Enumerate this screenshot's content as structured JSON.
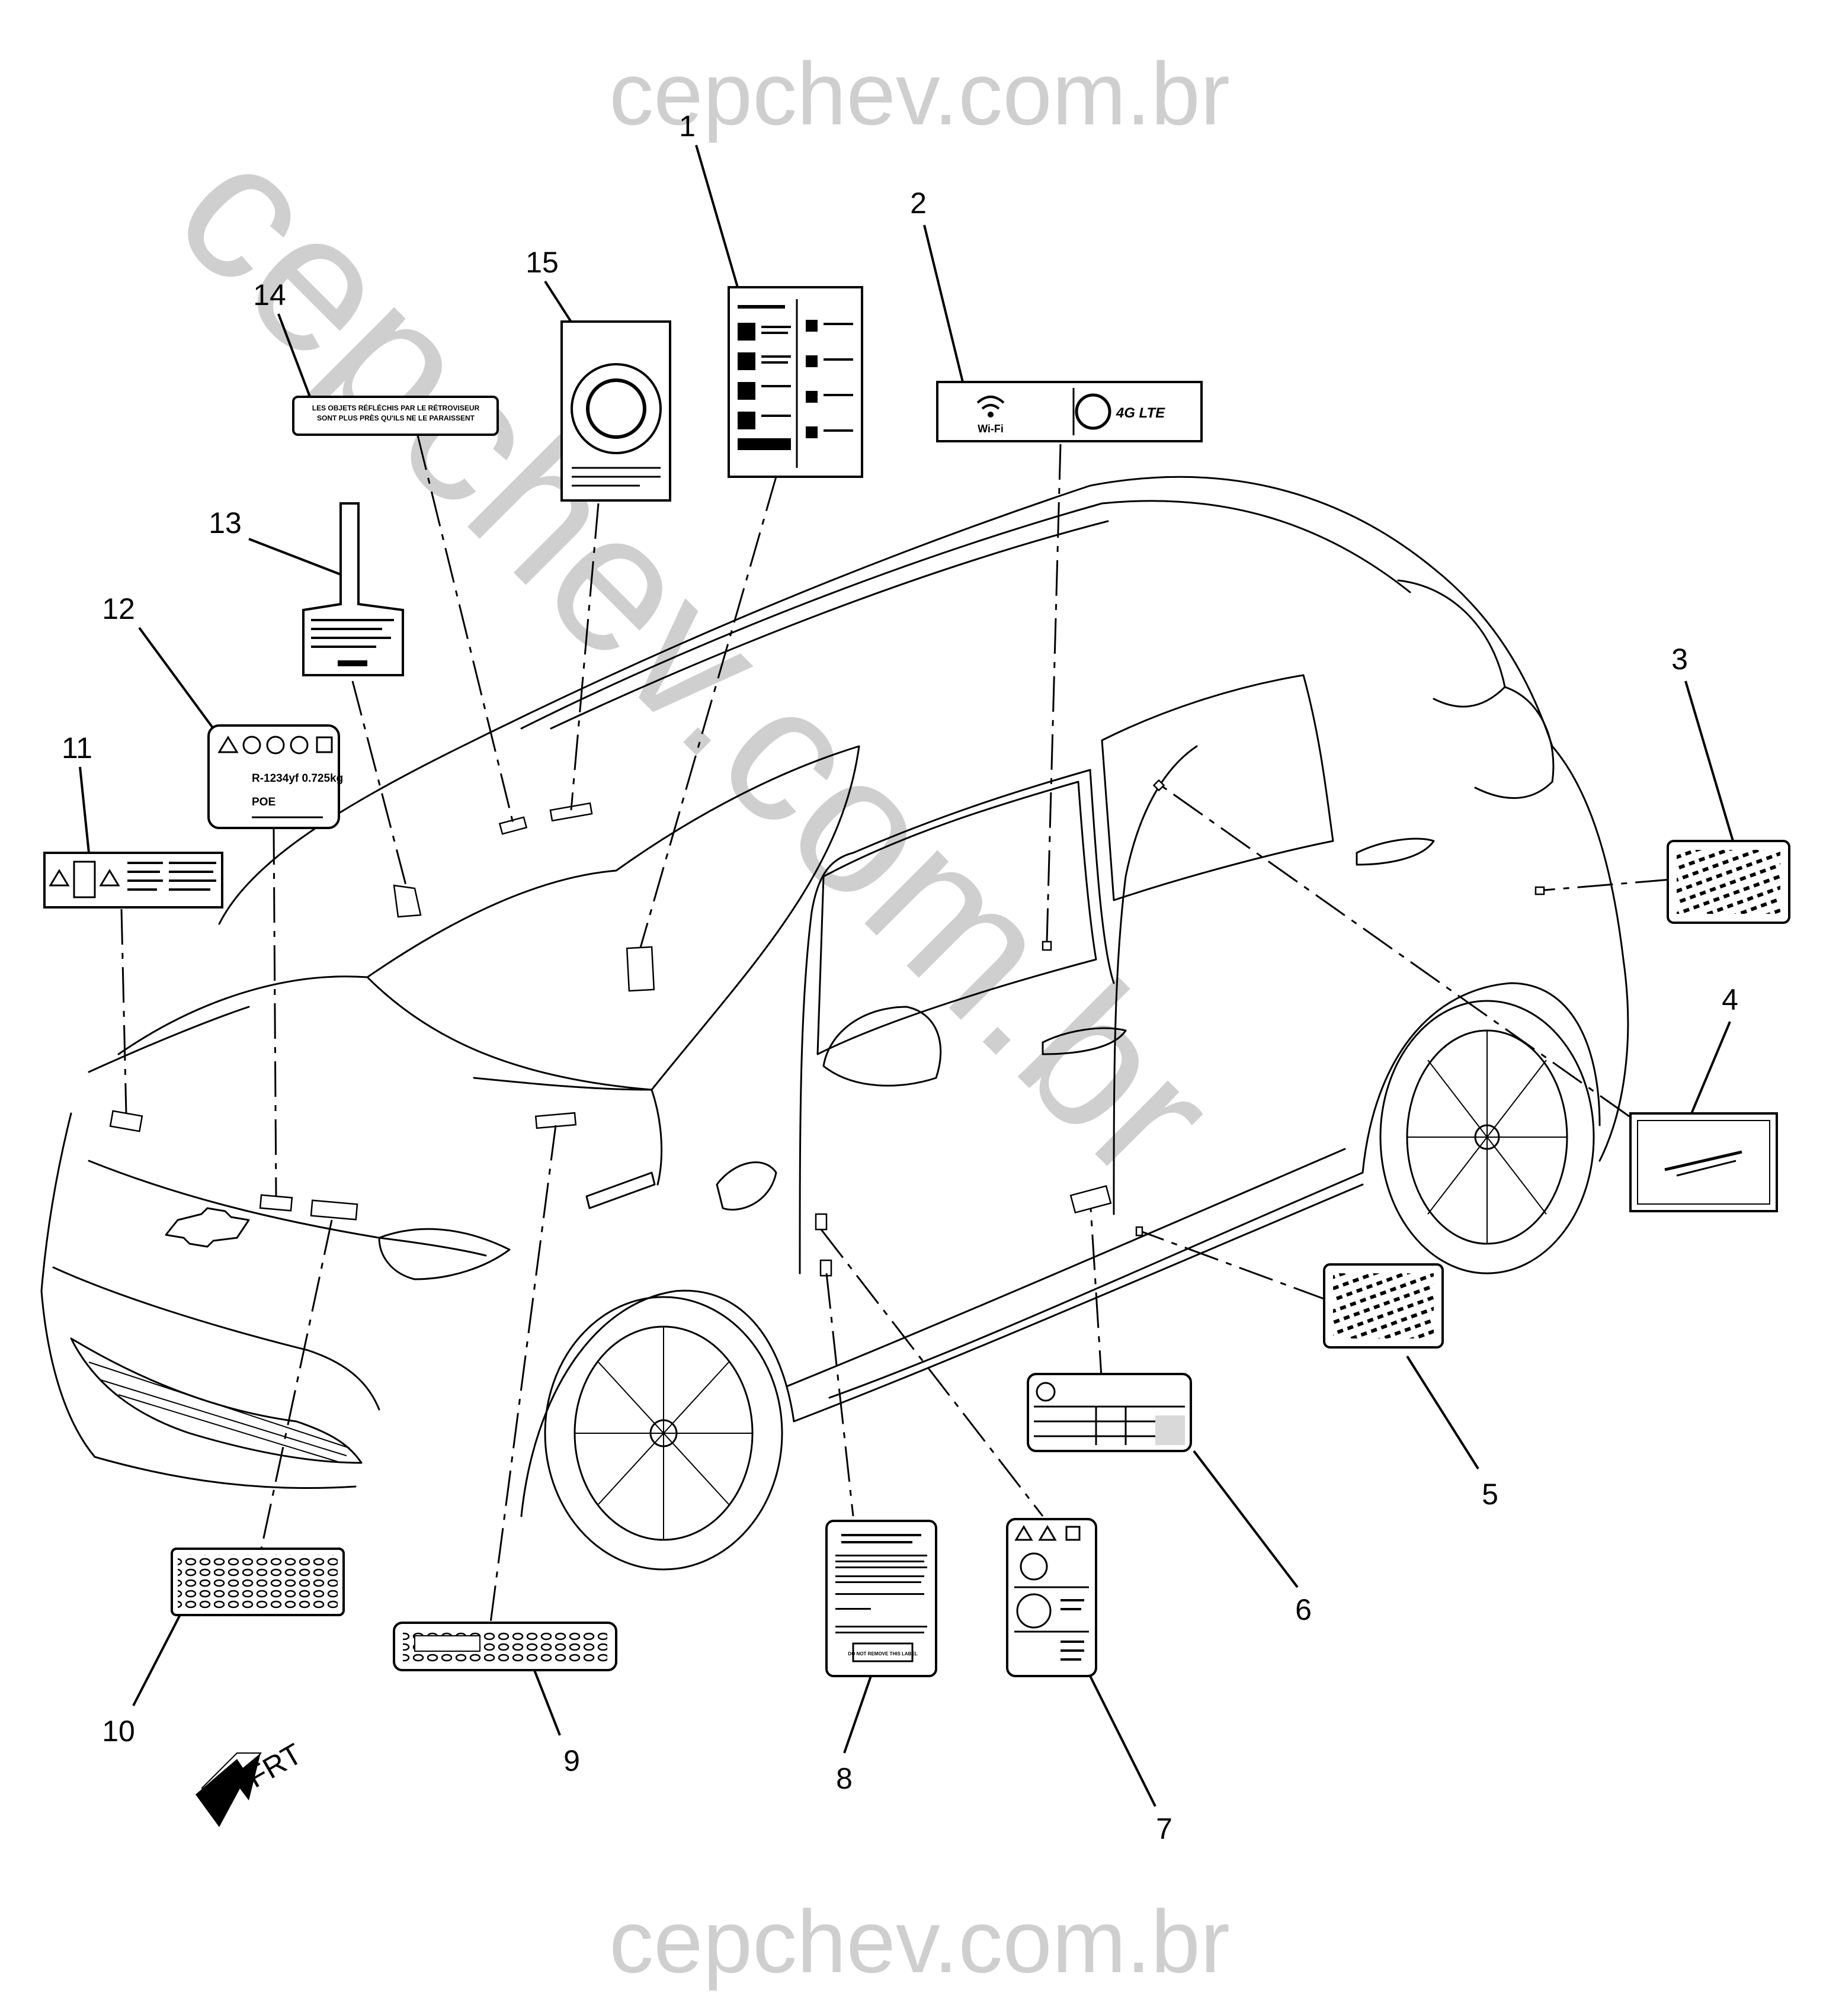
{
  "watermark": {
    "top": "cepchev.com.br",
    "bottom": "cepchev.com.br",
    "diagonal": "cepchev.com.br"
  },
  "callouts": [
    "1",
    "2",
    "3",
    "4",
    "5",
    "6",
    "7",
    "8",
    "9",
    "10",
    "11",
    "12",
    "13",
    "14",
    "15"
  ],
  "labels": {
    "mirror_warning": {
      "line1": "LES OBJETS RÉFLÉCHIS PAR LE RÉTROVISEUR",
      "line2": "SONT PLUS PRÈS QU'ILS NE LE PARAISSENT"
    },
    "wifi": {
      "wifi_text": "Wi-Fi",
      "lte_text": "4G LTE"
    },
    "refrigerant": {
      "charge": "R-1234yf 0.725kg",
      "oil": "POE"
    },
    "plate_text": "DO NOT REMOVE THIS LABEL",
    "direction": "FRT"
  }
}
